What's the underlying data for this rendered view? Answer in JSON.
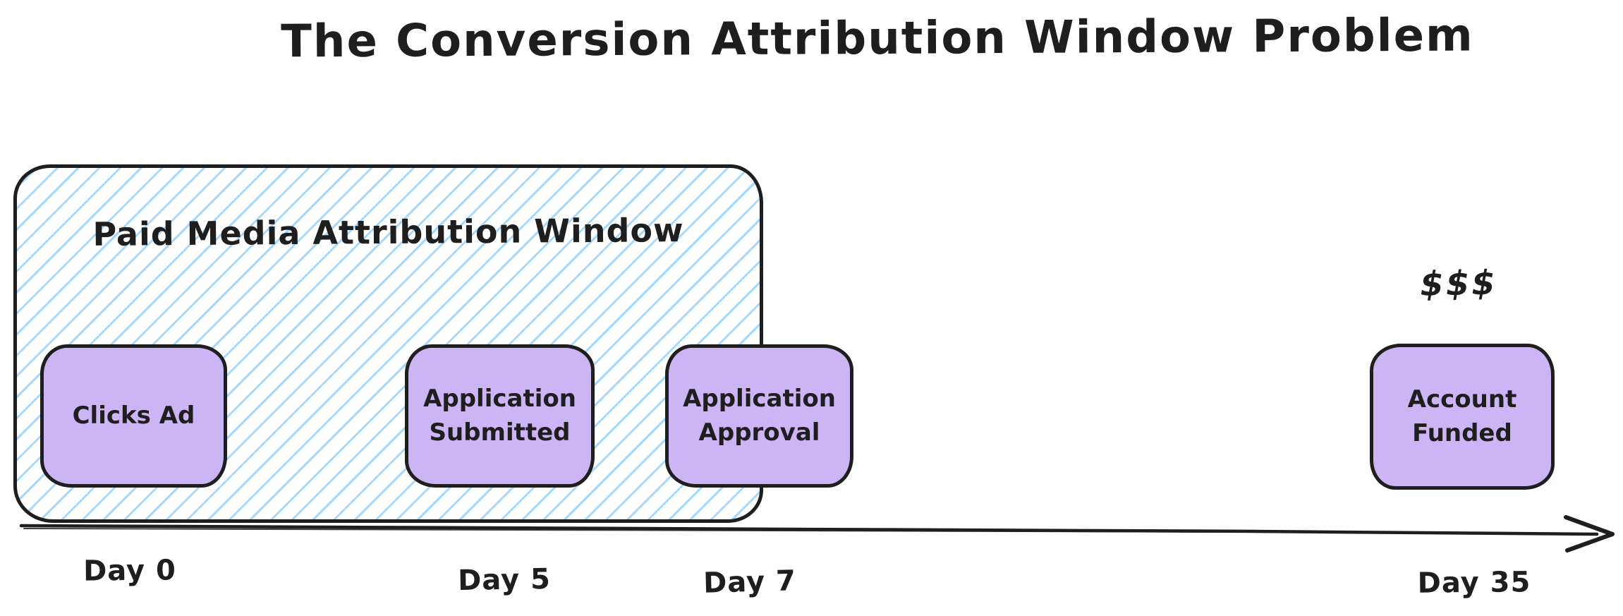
{
  "title": "The Conversion Attribution Window Problem",
  "attribution_window": {
    "label": "Paid Media Attribution Window"
  },
  "events": [
    {
      "label": "Clicks Ad",
      "day_label": "Day 0"
    },
    {
      "label": "Application Submitted",
      "day_label": "Day 5"
    },
    {
      "label": "Application Approval",
      "day_label": "Day 7"
    },
    {
      "label": "Account Funded",
      "day_label": "Day 35",
      "annotation": "$$$"
    }
  ],
  "colors": {
    "stroke": "#1e1e1e",
    "event_fill": "#ccb5f4",
    "hatch": "#a5d8ff"
  }
}
